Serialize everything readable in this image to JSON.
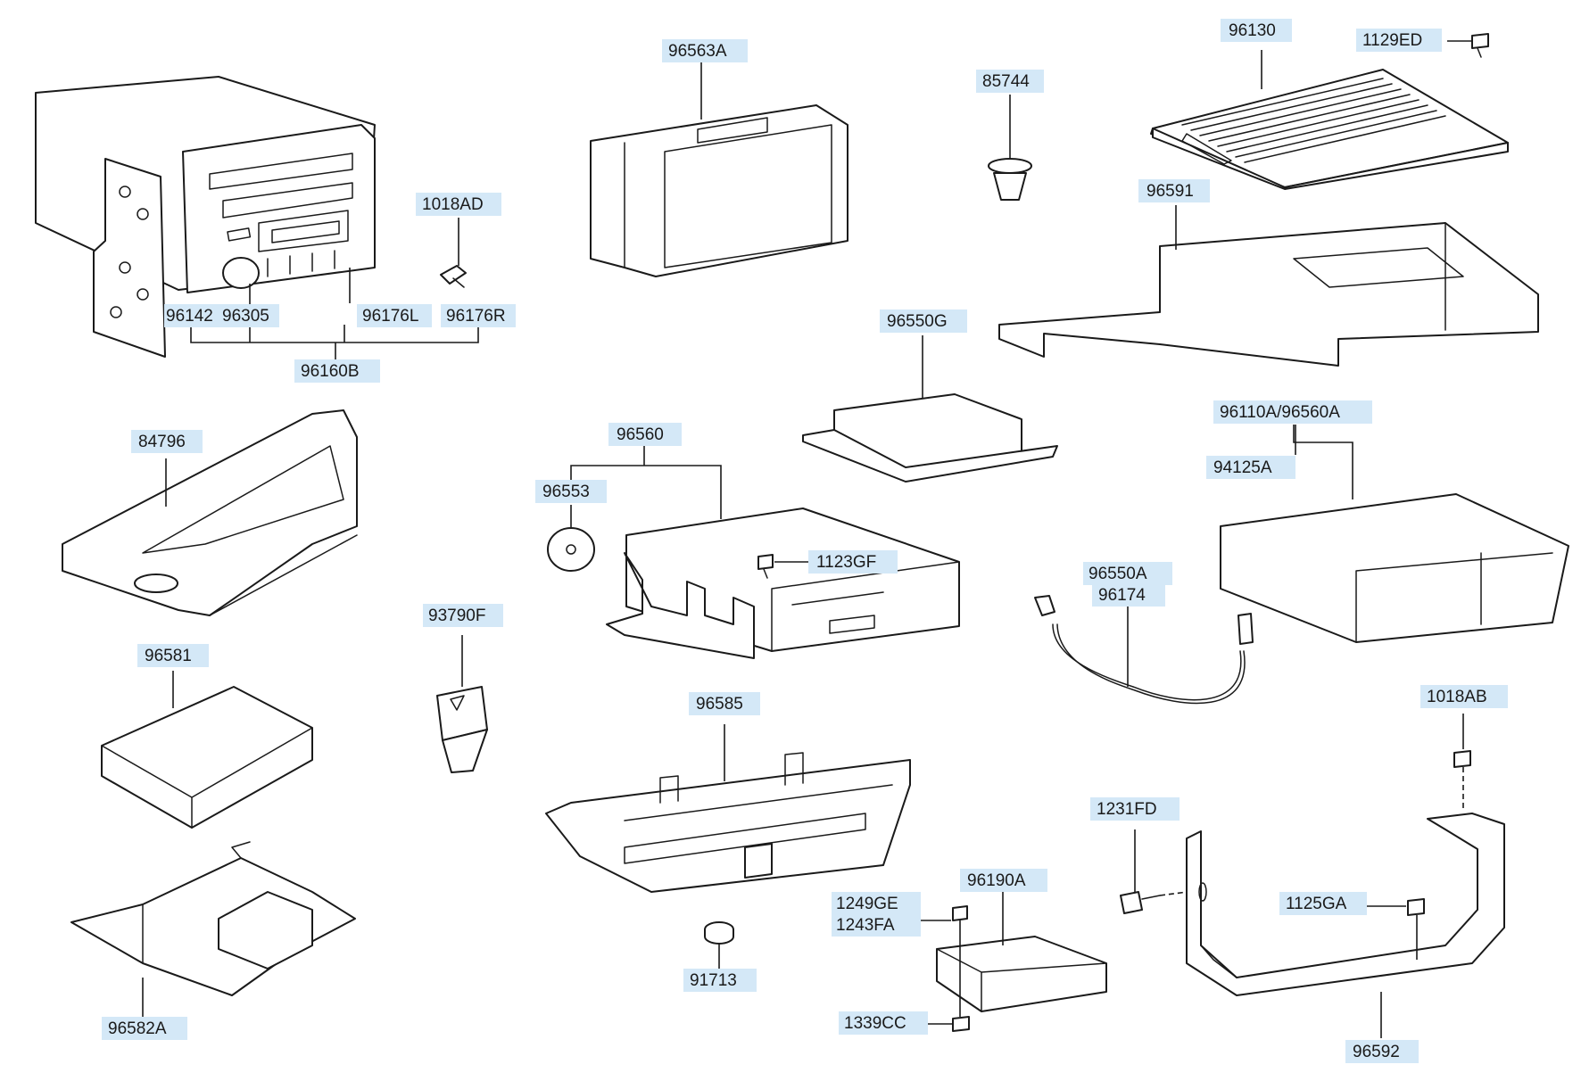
{
  "labels": {
    "l_96142": "96142",
    "l_96305": "96305",
    "l_96176L": "96176L",
    "l_96176R": "96176R",
    "l_96160B": "96160B",
    "l_1018AD": "1018AD",
    "l_96563A": "96563A",
    "l_85744": "85744",
    "l_96130": "96130",
    "l_1129ED": "1129ED",
    "l_96591": "96591",
    "l_84796": "84796",
    "l_96550G": "96550G",
    "l_96560": "96560",
    "l_96553": "96553",
    "l_1123GF": "1123GF",
    "l_96110A": "96110A/96560A",
    "l_94125A": "94125A",
    "l_96550A": "96550A",
    "l_96174": "96174",
    "l_93790F": "93790F",
    "l_96581": "96581",
    "l_96585": "96585",
    "l_1018AB": "1018AB",
    "l_1231FD": "1231FD",
    "l_96190A": "96190A",
    "l_1249GE": "1249GE",
    "l_1243FA": "1243FA",
    "l_1125GA": "1125GA",
    "l_96582A": "96582A",
    "l_91713": "91713",
    "l_1339CC": "1339CC",
    "l_96592": "96592"
  },
  "colors": {
    "label_background": "#d4e8f7",
    "line": "#1a1a1a",
    "background": "#ffffff"
  }
}
